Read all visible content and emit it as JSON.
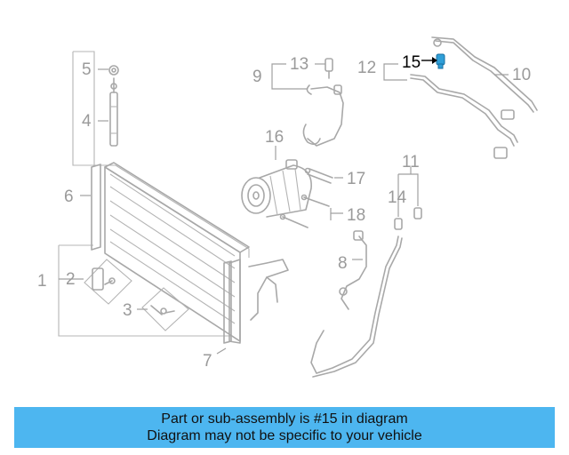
{
  "callouts": {
    "c1": "1",
    "c2": "2",
    "c3": "3",
    "c4": "4",
    "c5": "5",
    "c6": "6",
    "c7": "7",
    "c8": "8",
    "c9": "9",
    "c10": "10",
    "c11": "11",
    "c12": "12",
    "c13": "13",
    "c14": "14",
    "c15": "15",
    "c16": "16",
    "c17": "17",
    "c18": "18"
  },
  "highlighted_part": "15",
  "colors": {
    "highlight": "#2f9fd8",
    "banner": "#4db6f0",
    "line_art": "#a8a8a8"
  },
  "banner": {
    "line1": "Part or sub-assembly is #15 in diagram",
    "line2": "Diagram may not be specific to your vehicle"
  }
}
